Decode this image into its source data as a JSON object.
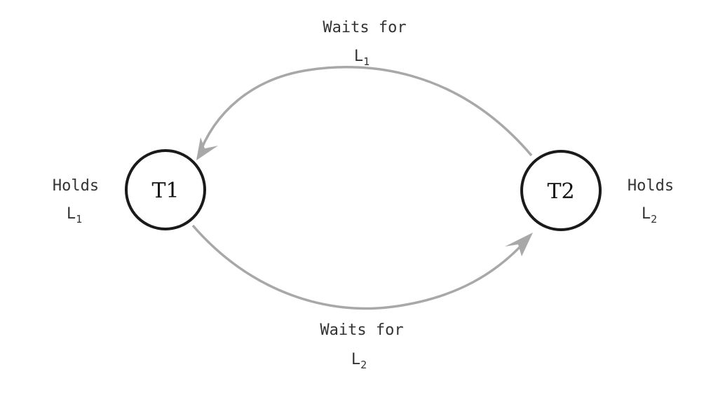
{
  "diagram": {
    "nodes": [
      {
        "id": "T1",
        "label": "T",
        "subscript": "1",
        "annotation_line1": "Holds",
        "annotation_line2": "L",
        "annotation_subscript": "1"
      },
      {
        "id": "T2",
        "label": "T",
        "subscript": "2",
        "annotation_line1": "Holds",
        "annotation_line2": "L",
        "annotation_subscript": "2"
      }
    ],
    "edges": [
      {
        "from": "T2",
        "to": "T1",
        "label_line1": "Waits for",
        "label_line2": "L",
        "label_subscript": "1"
      },
      {
        "from": "T1",
        "to": "T2",
        "label_line1": "Waits for",
        "label_line2": "L",
        "label_subscript": "2"
      }
    ],
    "colors": {
      "node_stroke": "#1a1a1a",
      "edge_stroke": "#a8a8a8",
      "text": "#333333"
    }
  }
}
